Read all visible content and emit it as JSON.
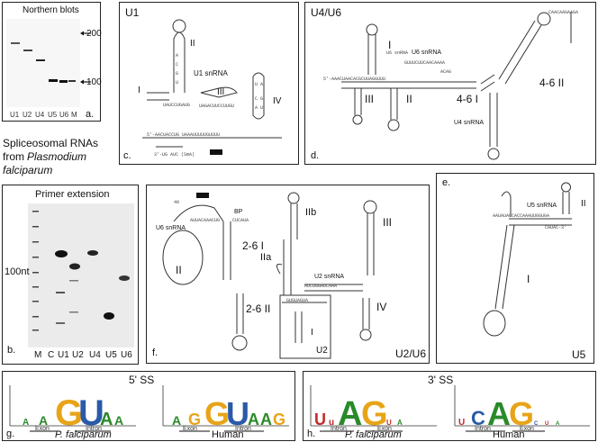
{
  "panel_a": {
    "title": "Northern blots",
    "marker_200": "200",
    "marker_100": "100",
    "lanes": [
      "U1",
      "U2",
      "U4",
      "U5",
      "U6",
      "M"
    ],
    "label": "a."
  },
  "caption": {
    "line1": "Spliceosomal RNAs",
    "line2": "from",
    "species": "Plasmodium",
    "species2": "falciparum"
  },
  "panel_b": {
    "title": "Primer extension",
    "size_label": "100nt",
    "lanes": [
      "M",
      "C",
      "U1",
      "U2",
      "U4",
      "U5",
      "U6"
    ],
    "label": "b."
  },
  "panel_c": {
    "label": "c.",
    "title": "U1",
    "rna": "U1 snRNA",
    "stems": [
      "I",
      "II",
      "III",
      "IV"
    ]
  },
  "panel_d": {
    "label": "d.",
    "title": "U4/U6",
    "u6": "U6 snRNA",
    "u4": "U4 snRNA",
    "stems": [
      "I",
      "II",
      "III",
      "4-6 I",
      "4-6 II"
    ]
  },
  "panel_e": {
    "label": "e.",
    "title": "U5",
    "rna": "U5 snRNA",
    "stems": [
      "I",
      "II"
    ]
  },
  "panel_f": {
    "label": "f.",
    "title": "U2/U6",
    "u6": "U6 snRNA",
    "u2": "U2 snRNA",
    "stems": [
      "2-6 I",
      "2-6 II",
      "IIa",
      "IIb",
      "III",
      "IV",
      "II",
      "I"
    ],
    "bp": "BP",
    "inset": "U2"
  },
  "panel_g": {
    "label": "g.",
    "title": "5' SS",
    "species": "P. falciparum",
    "human": "Human",
    "exon": "Exon",
    "intron": "Intron"
  },
  "panel_h": {
    "label": "h.",
    "title": "3' SS",
    "species": "P. falciparum",
    "human": "Human",
    "exon": "Exon",
    "intron": "Intron"
  }
}
